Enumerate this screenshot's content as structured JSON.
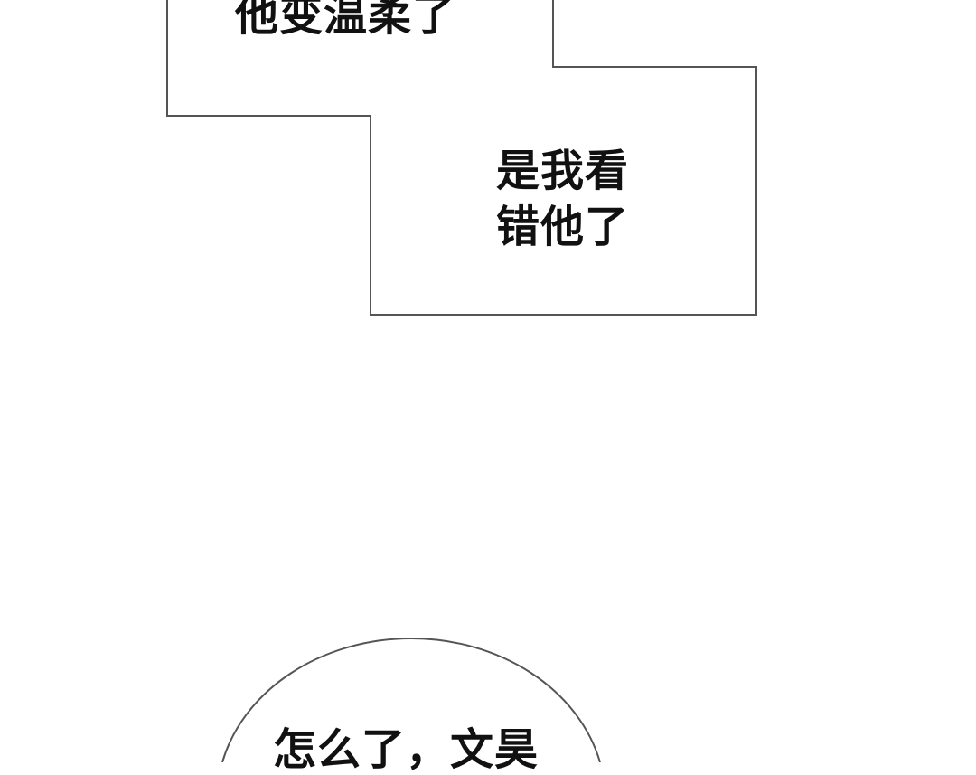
{
  "panel_1": {
    "line": "他变温柔了"
  },
  "panel_2": {
    "lines": [
      "是我看",
      "错他了"
    ]
  },
  "panel_3": {
    "line": "怎么了，文昊"
  }
}
